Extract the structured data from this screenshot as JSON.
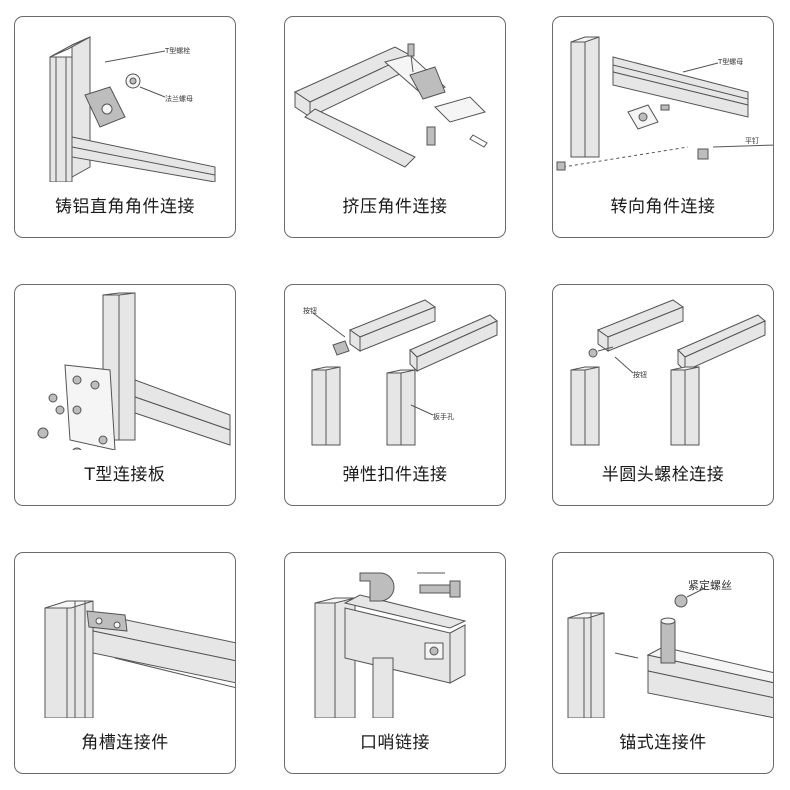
{
  "cards": [
    {
      "caption": "铸铝直角角件连接",
      "labels": [
        "T型螺栓",
        "法兰螺母"
      ]
    },
    {
      "caption": "挤压角件连接",
      "labels": []
    },
    {
      "caption": "转向角件连接",
      "labels": [
        "T型螺母",
        "平钉"
      ]
    },
    {
      "caption": "T型连接板",
      "labels": []
    },
    {
      "caption": "弹性扣件连接",
      "labels": [
        "按钮",
        "扳手孔"
      ]
    },
    {
      "caption": "半圆头螺栓连接",
      "labels": [
        "按钮"
      ]
    },
    {
      "caption": "角槽连接件",
      "labels": []
    },
    {
      "caption": "口哨链接",
      "labels": []
    },
    {
      "caption": "锚式连接件",
      "labels": [
        "紧定螺丝"
      ]
    }
  ]
}
